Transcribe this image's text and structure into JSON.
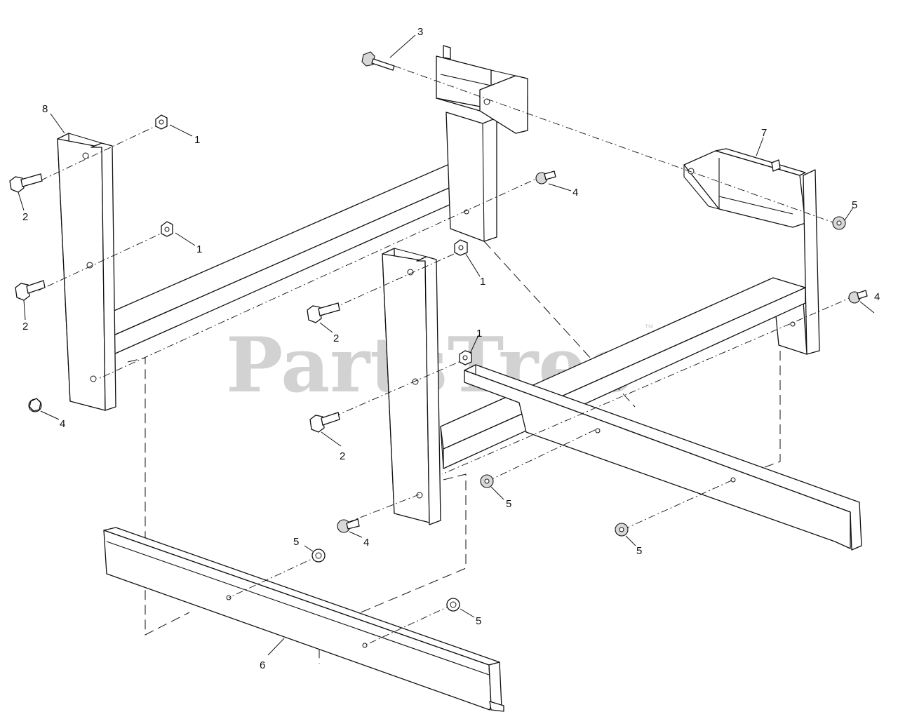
{
  "watermark": {
    "text": "PartsTree",
    "trademark": "™"
  },
  "callouts": {
    "c1a": "1",
    "c1b": "1",
    "c1c": "1",
    "c1d": "1",
    "c2a": "2",
    "c2b": "2",
    "c2c": "2",
    "c2d": "2",
    "c3": "3",
    "c4a": "4",
    "c4b": "4",
    "c4c": "4",
    "c4d": "4",
    "c5a": "5",
    "c5b": "5",
    "c5c": "5",
    "c5d": "5",
    "c5e": "5",
    "c6": "6",
    "c7": "7",
    "c8": "8"
  }
}
